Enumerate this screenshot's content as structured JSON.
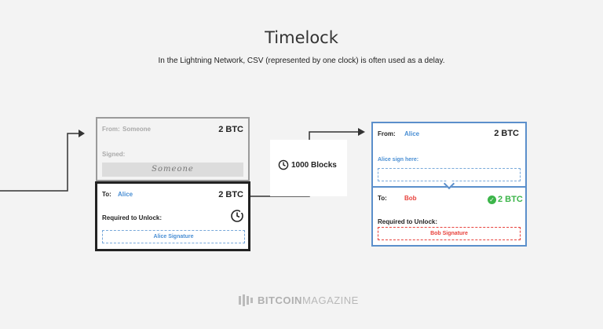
{
  "title": "Timelock",
  "subtitle": "In the Lightning Network, CSV (represented by one clock) is often used as a delay.",
  "left_tx": {
    "from_label": "From:",
    "from_name": "Someone",
    "from_amount": "2 BTC",
    "signed_label": "Signed:",
    "signature": "Someone",
    "to_label": "To:",
    "to_name": "Alice",
    "to_amount": "2 BTC",
    "required_label": "Required to Unlock:",
    "required_sig": "Alice Signature"
  },
  "delay": {
    "label": "1000 Blocks",
    "icon": "clock-icon"
  },
  "right_tx": {
    "from_label": "From:",
    "from_name": "Alice",
    "from_amount": "2 BTC",
    "sign_here": "Alice sign here:",
    "to_label": "To:",
    "to_name": "Bob",
    "to_amount": "2 BTC",
    "required_label": "Required to Unlock:",
    "required_sig": "Bob Signature"
  },
  "logo": {
    "part1": "BITCOIN",
    "part2": "MAGAZINE"
  },
  "colors": {
    "blue": "#4a8fd4",
    "red": "#e8423c",
    "green": "#3cb54a",
    "frame_blue": "#5b8fcb"
  }
}
